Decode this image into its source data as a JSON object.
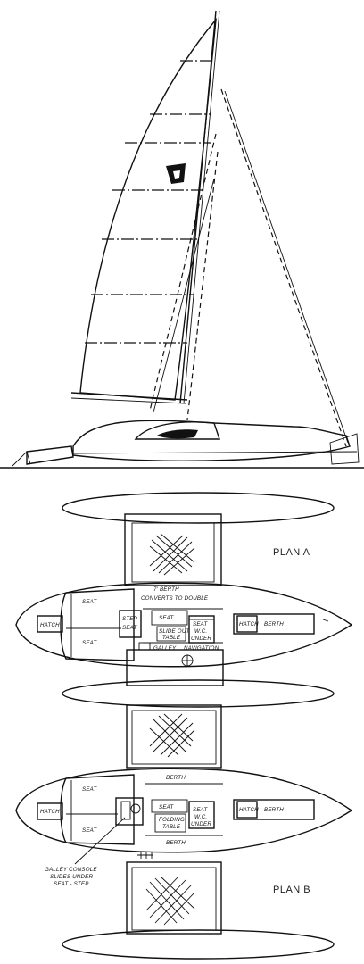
{
  "plans": {
    "plan_a": {
      "title": "PLAN A",
      "labels": {
        "seat_top": "SEAT",
        "seat_bottom": "SEAT",
        "hatch_left": "HATCH",
        "step": "STEP",
        "step_seat": "SEAT",
        "berth_note_1": "7' BERTH",
        "berth_note_2": "CONVERTS TO DOUBLE",
        "seat_mid": "SEAT",
        "slide_1": "SLIDE OUT",
        "slide_2": "TABLE",
        "wc_1": "SEAT",
        "wc_2": "W.C.",
        "wc_3": "UNDER",
        "galley": "GALLEY",
        "navigation": "NAVIGATION",
        "hatch_right": "HATCH",
        "berth_right": "BERTH"
      }
    },
    "plan_b": {
      "title": "PLAN B",
      "labels": {
        "seat_top": "SEAT",
        "seat_bottom": "SEAT",
        "hatch_left": "HATCH",
        "berth_top": "BERTH",
        "seat_mid": "SEAT",
        "fold_1": "FOLDING",
        "fold_2": "TABLE",
        "wc_1": "SEAT",
        "wc_2": "W.C.",
        "wc_3": "UNDER",
        "berth_bottom": "BERTH",
        "hatch_right": "HATCH",
        "berth_right": "BERTH",
        "galley_1": "GALLEY CONSOLE",
        "galley_2": "SLIDES UNDER",
        "galley_3": "SEAT - STEP"
      }
    }
  }
}
